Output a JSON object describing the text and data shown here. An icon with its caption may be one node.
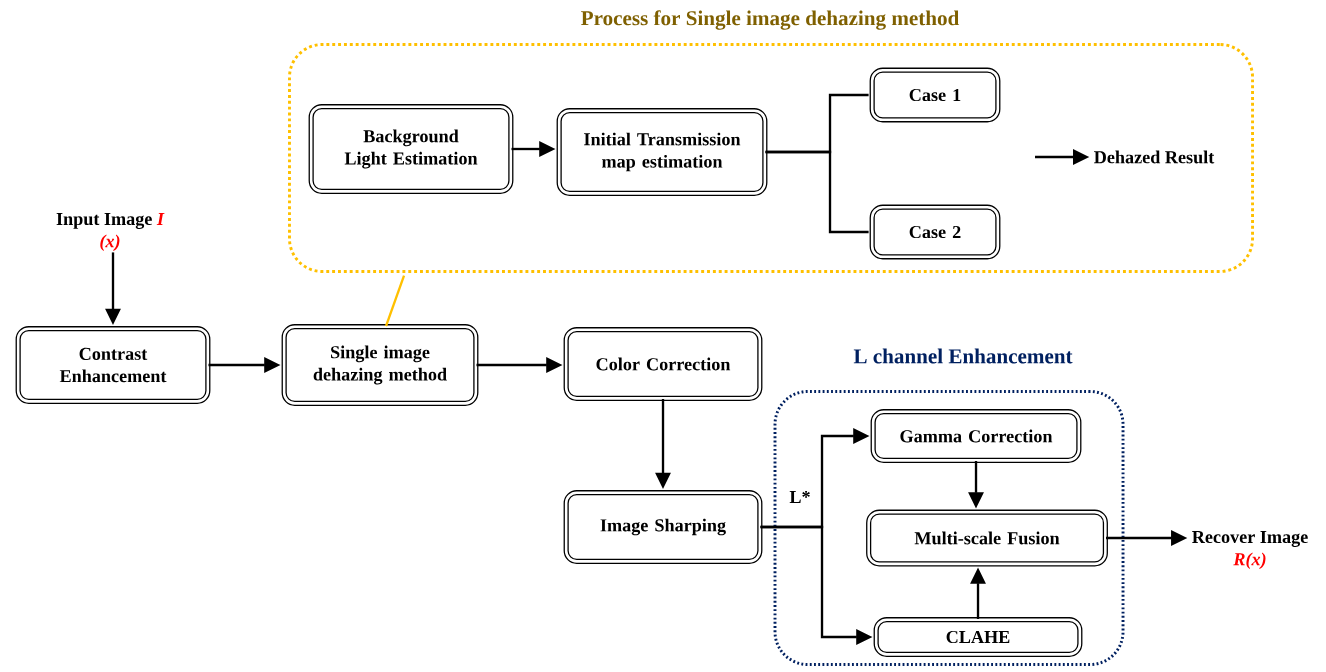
{
  "diagram": {
    "nodes": [
      {
        "text": [
          "Input Image",
          "I",
          "(x)"
        ]
      },
      {
        "text": [
          "Contrast Enhancement"
        ]
      },
      {
        "text": [
          "Single image dehazing method"
        ]
      },
      {
        "text": [
          "Process for Single image dehazing method"
        ]
      },
      {
        "text": [
          "Background Light Estimation"
        ],
        "in": 3
      },
      {
        "text": [
          "Initial Transmission map estimation"
        ],
        "in": 3
      },
      {
        "text": [
          "Case 1"
        ],
        "in": 3
      },
      {
        "text": [
          "Case 2"
        ],
        "in": 3
      },
      {
        "text": [
          "Dehazed Result"
        ],
        "in": 3
      },
      {
        "text": [
          "Color Correction"
        ]
      },
      {
        "text": [
          "Image Sharping"
        ]
      },
      {
        "text": [
          "L channel Enhancement"
        ]
      },
      {
        "text": [
          "Gamma Correction"
        ],
        "in": 11
      },
      {
        "text": [
          "Multi-scale Fusion"
        ],
        "in": 11
      },
      {
        "text": [
          "CLAHE"
        ],
        "in": 11
      },
      {
        "text": [
          "Recover Image",
          "R(x)"
        ]
      }
    ],
    "edges": [
      {
        "from": 0,
        "to": 1,
        "arrow": "to"
      },
      {
        "from": 1,
        "to": 2,
        "arrow": "to"
      },
      {
        "from": 2,
        "to": 9,
        "arrow": "to"
      },
      {
        "from": 9,
        "to": 10,
        "arrow": "to"
      },
      {
        "from": 2,
        "to": 3,
        "arrow": "none",
        "color": "#ffc000"
      },
      {
        "from": 4,
        "to": 5,
        "arrow": "to"
      },
      {
        "from": 5,
        "to": 6,
        "arrow": "none"
      },
      {
        "from": 5,
        "to": 7,
        "arrow": "none"
      },
      {
        "from": null,
        "to": 8,
        "arrow": "to"
      },
      {
        "from": 10,
        "to": 12,
        "arrow": "to",
        "label": "L*"
      },
      {
        "from": 10,
        "to": 14,
        "arrow": "to"
      },
      {
        "from": 12,
        "to": 13,
        "arrow": "to"
      },
      {
        "from": 14,
        "to": 13,
        "arrow": "to"
      },
      {
        "from": 13,
        "to": 15,
        "arrow": "to"
      }
    ]
  }
}
